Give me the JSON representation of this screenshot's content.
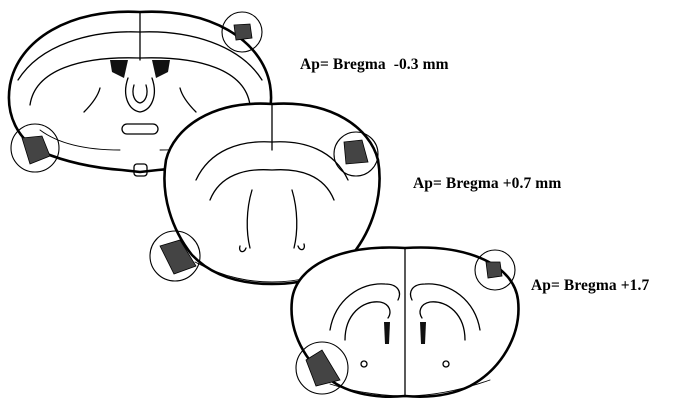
{
  "sections": [
    {
      "label": "Ap= Bregma  -0.3 mm"
    },
    {
      "label": "Ap= Bregma +0.7 mm"
    },
    {
      "label": "Ap= Bregma +1.7"
    }
  ]
}
